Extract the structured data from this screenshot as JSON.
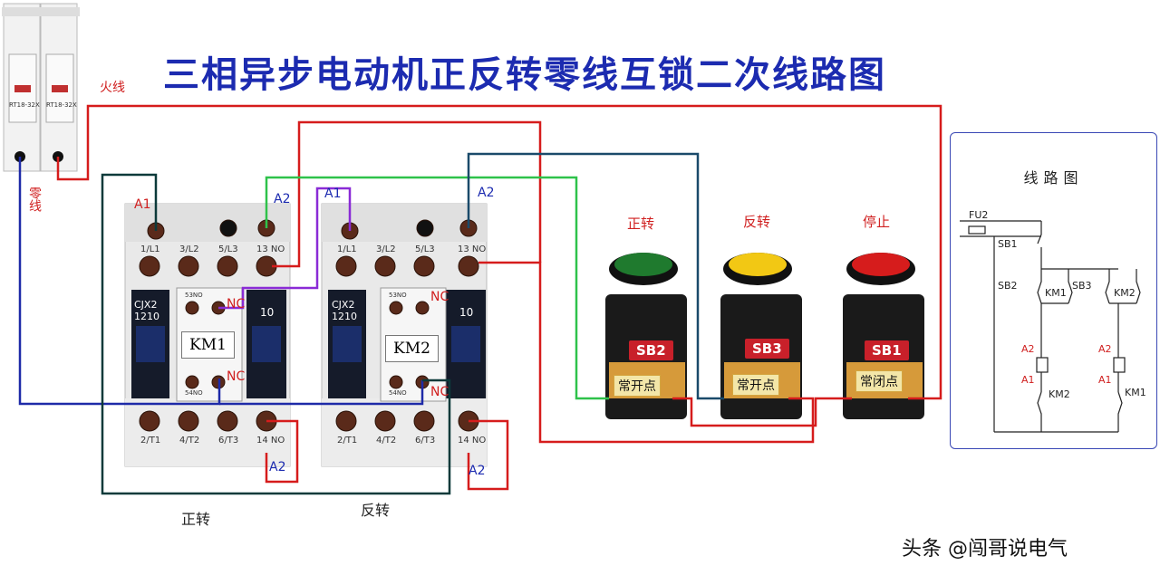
{
  "title": "三相异步电动机正反转零线互锁二次线路图",
  "fuse": {
    "left_label": "RT18-32X",
    "right_label": "RT18-32X",
    "live_label": "火线",
    "neutral_label": "零线"
  },
  "contactors": [
    {
      "top_terminals": [
        "1/L1",
        "3/L2",
        "5/L3",
        "13 NO"
      ],
      "bottom_terminals": [
        "2/T1",
        "4/T2",
        "6/T3",
        "14 NO"
      ],
      "model": "CJX2\n1210",
      "module_top": "53NO",
      "module_bottom": "54NO",
      "aux_label": "KM1",
      "nc_label": "NC",
      "a1": "A1",
      "a2": "A2",
      "side_label": "10",
      "caption": "正转"
    },
    {
      "top_terminals": [
        "1/L1",
        "3/L2",
        "5/L3",
        "13 NO"
      ],
      "bottom_terminals": [
        "2/T1",
        "4/T2",
        "6/T3",
        "14 NO"
      ],
      "model": "CJX2\n1210",
      "module_top": "53NO",
      "module_bottom": "54NO",
      "aux_label": "KM2",
      "nc_label": "NC",
      "a1": "A1",
      "a2": "A2",
      "side_label": "10",
      "caption": "反转"
    }
  ],
  "buttons": [
    {
      "heading": "正转",
      "plate": "SB2",
      "contact": "常开点",
      "color": "#1f7a2e"
    },
    {
      "heading": "反转",
      "plate": "SB3",
      "contact": "常开点",
      "color": "#f2c814"
    },
    {
      "heading": "停止",
      "plate": "SB1",
      "contact": "常闭点",
      "color": "#d61c1c"
    }
  ],
  "schematic": {
    "title": "线路图",
    "fu": "FU2",
    "sb1": "SB1",
    "sb2": "SB2",
    "sb3": "SB3",
    "km1": "KM1",
    "km2": "KM2",
    "a2_left": "A2",
    "a1_left": "A1",
    "a2_right": "A2",
    "a1_right": "A1",
    "interlock_left": "KM2",
    "interlock_right": "KM1"
  },
  "watermark": "头条 @闯哥说电气",
  "colors": {
    "wire_red": "#d61c1c",
    "wire_blue": "#1e2aa8",
    "wire_green": "#2ec24a",
    "wire_purple": "#8a2bd6",
    "wire_dark": "#0c3a3a",
    "wire_teal": "#1a4a6a"
  }
}
